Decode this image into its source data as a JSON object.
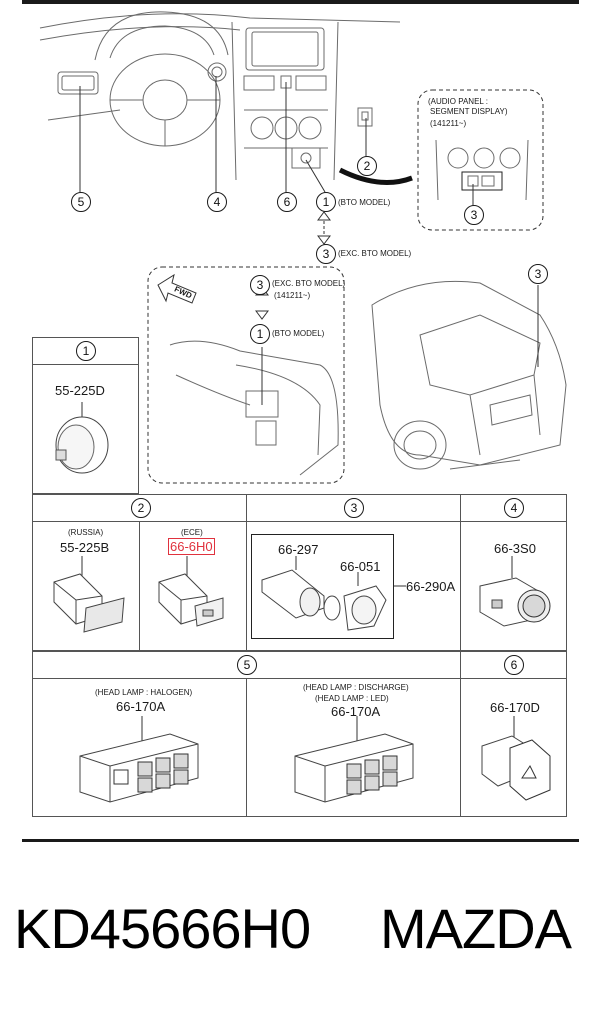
{
  "callouts": {
    "c1": "1",
    "c2": "2",
    "c3": "3",
    "c4": "4",
    "c5": "5",
    "c6": "6"
  },
  "top_diagram": {
    "bto_model": "(BTO MODEL)",
    "exc_bto_model": "(EXC. BTO MODEL)",
    "audio_panel_line1": "(AUDIO PANEL :",
    "audio_panel_line2": "SEGMENT DISPLAY)",
    "audio_panel_line3": "(141211~)"
  },
  "console_diagram": {
    "fwd": "FWD",
    "exc_bto_model": "(EXC. BTO MODEL)",
    "date_code": "(141211~)",
    "bto_model": "(BTO MODEL)"
  },
  "parts": {
    "p1": "55-225D",
    "p2_russia_cap": "(RUSSIA)",
    "p2_russia": "55-225B",
    "p2_ece_cap": "(ECE)",
    "p2_ece": "66-6H0",
    "p3_a": "66-297",
    "p3_b": "66-051",
    "p3_c": "66-290A",
    "p4": "66-3S0",
    "p5_halogen_cap": "(HEAD LAMP : HALOGEN)",
    "p5_halogen": "66-170A",
    "p5_discharge_cap1": "(HEAD LAMP : DISCHARGE)",
    "p5_discharge_cap2": "(HEAD LAMP : LED)",
    "p5_discharge": "66-170A",
    "p6": "66-170D"
  },
  "footer": {
    "part_number": "KD45666H0",
    "brand": "MAZDA"
  }
}
